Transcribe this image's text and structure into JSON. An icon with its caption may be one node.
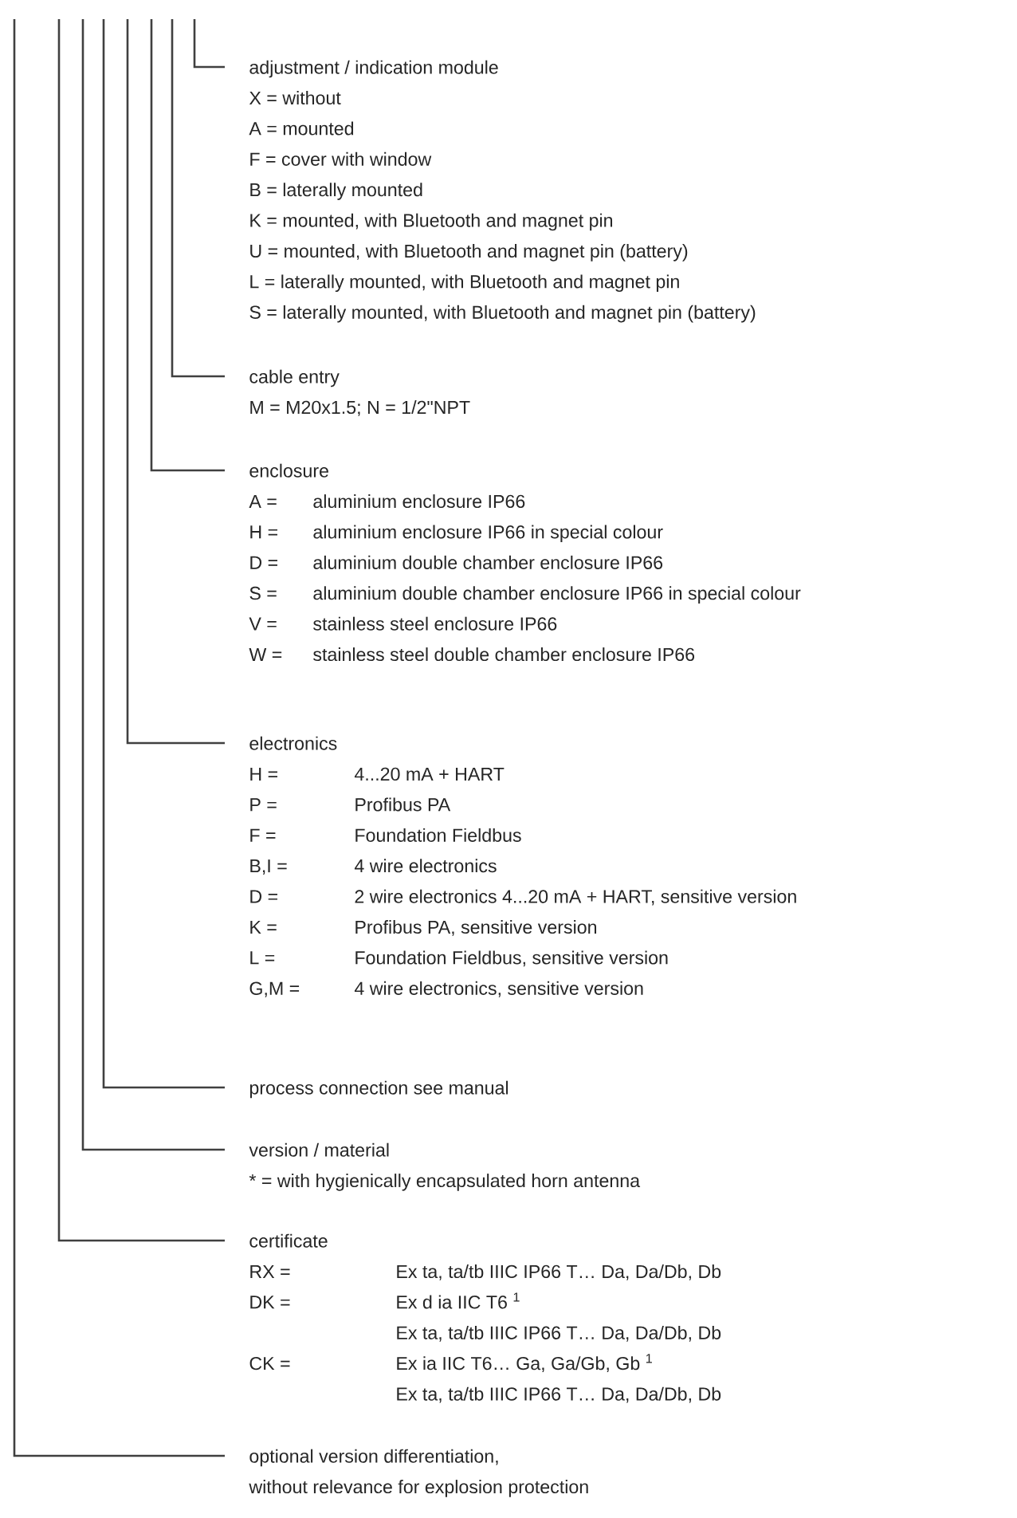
{
  "diagram": {
    "nodes": [
      {
        "text": [
          "adjustment / indication module",
          "X = without",
          "A = mounted",
          "F = cover with window",
          "B = laterally mounted",
          "K = mounted, with Bluetooth and magnet pin",
          "U = mounted, with Bluetooth and magnet pin (battery)",
          "L = laterally mounted, with Bluetooth and magnet pin",
          "S = laterally mounted, with Bluetooth and magnet pin (battery)"
        ]
      },
      {
        "text": [
          "cable entry",
          "M = M20x1.5; N = 1/2\"NPT"
        ]
      },
      {
        "text": [
          "enclosure",
          "A =",
          "aluminium enclosure IP66",
          "H =",
          "aluminium enclosure IP66 in special colour",
          "D =",
          "aluminium double chamber enclosure IP66",
          "S =",
          "aluminium double chamber enclosure IP66 in special colour",
          "V =",
          "stainless steel enclosure IP66",
          "W =",
          "stainless steel double chamber enclosure IP66"
        ]
      },
      {
        "text": [
          "electronics",
          "H =",
          "4...20 mA + HART",
          "P =",
          "Profibus PA",
          "F =",
          "Foundation Fieldbus",
          "B,I =",
          "4 wire electronics",
          "D =",
          "2 wire electronics 4...20 mA + HART, sensitive version",
          "K =",
          "Profibus PA, sensitive version",
          "L =",
          "Foundation Fieldbus, sensitive version",
          "G,M =",
          "4 wire electronics, sensitive version"
        ]
      },
      {
        "text": [
          "process connection see manual"
        ]
      },
      {
        "text": [
          "version / material",
          "* = with hygienically encapsulated horn antenna"
        ]
      },
      {
        "text": [
          "certificate",
          "RX =",
          "Ex ta, ta/tb IIIC IP66 T… Da, Da/Db, Db",
          "DK =",
          "Ex d ia IIC T6 $^{1}$",
          "Ex ta, ta/tb IIIC IP66 T… Da, Da/Db, Db",
          "CK =",
          "Ex ia IIC T6… Ga, Ga/Gb, Gb $^{1}$",
          "Ex ta, ta/tb IIIC IP66 T… Da, Da/Db, Db"
        ]
      },
      {
        "text": [
          "optional version differentiation,",
          "without relevance for explosion protection"
        ]
      }
    ],
    "edges": [
      {
        "from": 0,
        "to": null,
        "arrow": "none"
      },
      {
        "from": 1,
        "to": null,
        "arrow": "none"
      },
      {
        "from": 2,
        "to": null,
        "arrow": "none"
      },
      {
        "from": 3,
        "to": null,
        "arrow": "none"
      },
      {
        "from": 4,
        "to": null,
        "arrow": "none"
      },
      {
        "from": 5,
        "to": null,
        "arrow": "none"
      },
      {
        "from": 6,
        "to": null,
        "arrow": "none"
      },
      {
        "from": 7,
        "to": null,
        "arrow": "none"
      }
    ]
  }
}
